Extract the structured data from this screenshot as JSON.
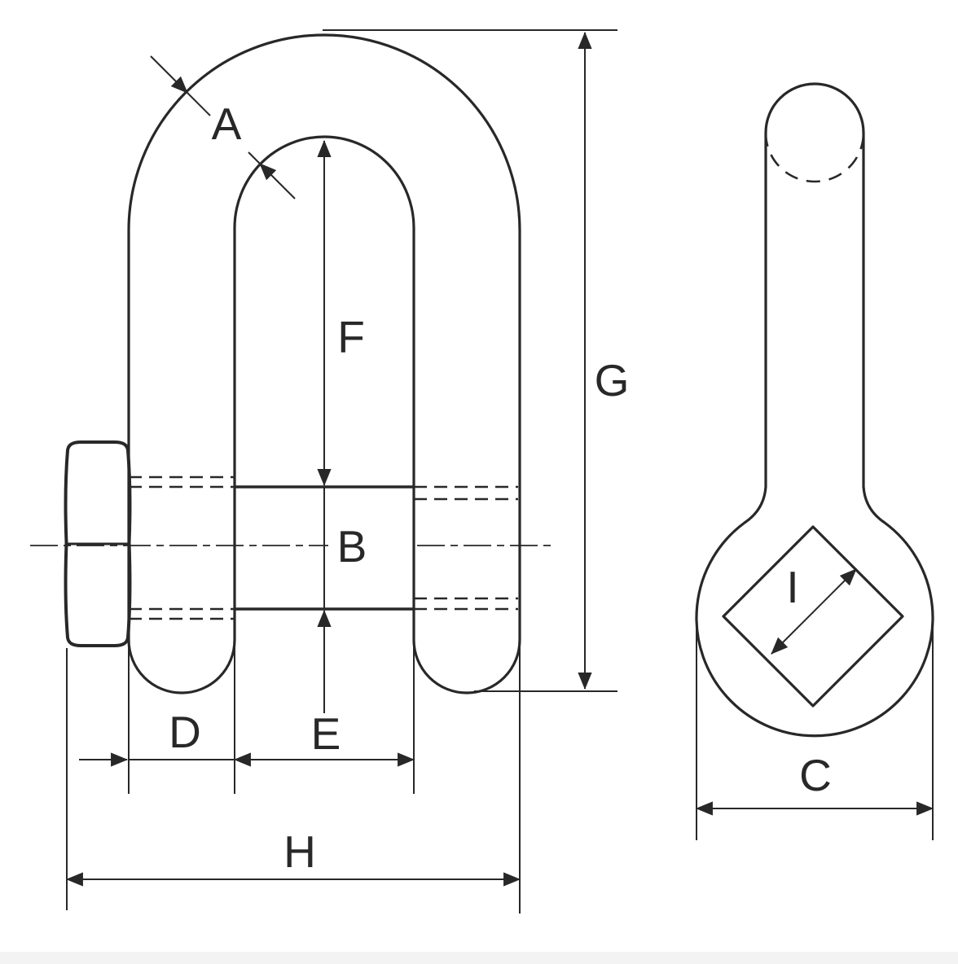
{
  "drawing": {
    "background_color": "#ffffff",
    "line_color": "#282828",
    "footer_bar_color": "#f3f3f3",
    "labels": {
      "a": "A",
      "b": "B",
      "c": "C",
      "d": "D",
      "e": "E",
      "f": "F",
      "g": "G",
      "h": "H",
      "i": "I"
    }
  }
}
